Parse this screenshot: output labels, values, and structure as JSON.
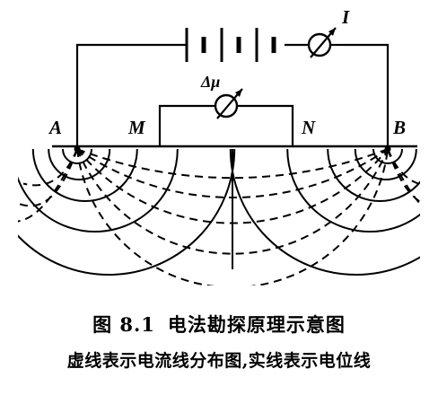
{
  "labels": {
    "electrode_a": "A",
    "electrode_b": "B",
    "electrode_m": "M",
    "electrode_n": "N",
    "current": "I",
    "potential_difference": "Δμ"
  },
  "caption": {
    "figure_number": "图 8.1",
    "title": "电法勘探原理示意图",
    "note": "虚线表示电流线分布图,实线表示电位线"
  }
}
